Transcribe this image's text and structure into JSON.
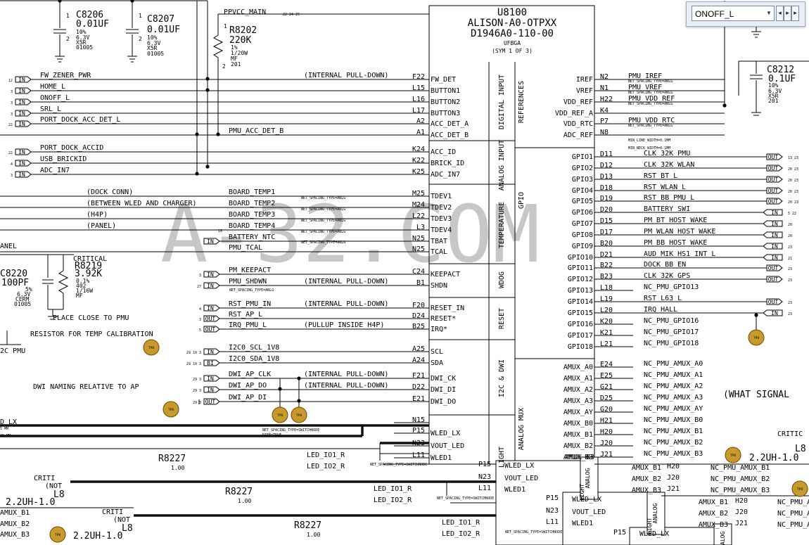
{
  "toolbar": {
    "net_value": "ONOFF_L"
  },
  "watermark": "A-32.COM",
  "chip": {
    "ref": "U8100",
    "name": "ALISON-A0-OTPXX",
    "part": "D1946A0-110-00",
    "pkg": "UFBGA",
    "sym": "(SYM 1 OF 3)",
    "sections": [
      "DIGITAL INPUT",
      "REFERENCES",
      "ANALOG INPUT",
      "GPIO",
      "TEMPERATURE",
      "WDOG",
      "RESET",
      "I2C & DWI",
      "ANALOG MUX",
      "LIGHT"
    ],
    "left_pins": [
      {
        "pin": "F22",
        "name": "FW_DET"
      },
      {
        "pin": "L15",
        "name": "BUTTON1"
      },
      {
        "pin": "L16",
        "name": "BUTTON2"
      },
      {
        "pin": "L17",
        "name": "BUTTON3"
      },
      {
        "pin": "A2",
        "name": "ACC_DET_A"
      },
      {
        "pin": "A1",
        "name": "ACC_DET_B"
      },
      {
        "pin": "K24",
        "name": "ACC_ID"
      },
      {
        "pin": "K22",
        "name": "BRICK_ID"
      },
      {
        "pin": "K25",
        "name": "ADC_IN7"
      },
      {
        "pin": "M25",
        "name": "TDEV1"
      },
      {
        "pin": "M24",
        "name": "TDEV2"
      },
      {
        "pin": "L22",
        "name": "TDEV3"
      },
      {
        "pin": "L3",
        "name": "TDEV4"
      },
      {
        "pin": "N25",
        "name": "TBAT"
      },
      {
        "pin": "N25",
        "name": "TCAL"
      },
      {
        "pin": "C24",
        "name": "KEEPACT"
      },
      {
        "pin": "B1",
        "name": "SHDN"
      },
      {
        "pin": "F20",
        "name": "RESET_IN"
      },
      {
        "pin": "D24",
        "name": "RESET*"
      },
      {
        "pin": "B25",
        "name": "IRQ*"
      },
      {
        "pin": "A25",
        "name": "SCL"
      },
      {
        "pin": "A24",
        "name": "SDA"
      },
      {
        "pin": "F21",
        "name": "DWI_CK"
      },
      {
        "pin": "D22",
        "name": "DWI_DI"
      },
      {
        "pin": "E21",
        "name": "DWI_DO"
      },
      {
        "pin": "N15",
        "name": ""
      },
      {
        "pin": "P15",
        "name": "WLED_LX"
      },
      {
        "pin": "N23",
        "name": "VOUT_LED"
      },
      {
        "pin": "L11",
        "name": "WLED1"
      }
    ],
    "right_pins": [
      {
        "pin": "N2",
        "name": "IREF"
      },
      {
        "pin": "N1",
        "name": "VREF"
      },
      {
        "pin": "H22",
        "name": "VDD_REF"
      },
      {
        "pin": "K4",
        "name": "VDD_REF_A"
      },
      {
        "pin": "P7",
        "name": "VDD_RTC"
      },
      {
        "pin": "N8",
        "name": "ADC_REF"
      },
      {
        "pin": "D11",
        "name": "GPIO1"
      },
      {
        "pin": "D12",
        "name": "GPIO2"
      },
      {
        "pin": "D13",
        "name": "GPIO3"
      },
      {
        "pin": "D18",
        "name": "GPIO4"
      },
      {
        "pin": "D19",
        "name": "GPIO5"
      },
      {
        "pin": "D20",
        "name": "GPIO6"
      },
      {
        "pin": "D15",
        "name": "GPIO7"
      },
      {
        "pin": "D17",
        "name": "GPIO8"
      },
      {
        "pin": "B20",
        "name": "GPIO9"
      },
      {
        "pin": "D21",
        "name": "GPIO10"
      },
      {
        "pin": "B22",
        "name": "GPIO11"
      },
      {
        "pin": "B23",
        "name": "GPIO12"
      },
      {
        "pin": "L18",
        "name": "GPIO13"
      },
      {
        "pin": "L19",
        "name": "GPIO14"
      },
      {
        "pin": "L20",
        "name": "GPIO15"
      },
      {
        "pin": "K20",
        "name": "GPIO16"
      },
      {
        "pin": "K21",
        "name": "GPIO17"
      },
      {
        "pin": "L21",
        "name": "GPIO18"
      },
      {
        "pin": "E24",
        "name": "AMUX_A0"
      },
      {
        "pin": "E25",
        "name": "AMUX_A1"
      },
      {
        "pin": "G21",
        "name": "AMUX_A2"
      },
      {
        "pin": "D25",
        "name": "AMUX_A3"
      },
      {
        "pin": "G20",
        "name": "AMUX_AY"
      },
      {
        "pin": "H21",
        "name": "AMUX_B0"
      },
      {
        "pin": "H20",
        "name": "AMUX_B1"
      },
      {
        "pin": "J20",
        "name": "AMUX_B2"
      },
      {
        "pin": "J21",
        "name": "AMUX_B3"
      }
    ]
  },
  "left_nets": [
    {
      "pins": "12",
      "dir": "IN",
      "net": "FW_ZENER_PWR",
      "note": "(INTERNAL PULL-DOWN)"
    },
    {
      "pins": "3",
      "dir": "IN",
      "net": "HOME_L",
      "note": ""
    },
    {
      "pins": "3",
      "dir": "IN",
      "net": "ONOFF_L",
      "note": ""
    },
    {
      "pins": "3",
      "dir": "IN",
      "net": "SRL_L",
      "note": ""
    },
    {
      "pins": "22",
      "dir": "IN",
      "net": "PORT_DOCK_ACC_DET_L",
      "note": ""
    },
    {
      "pins": "",
      "dir": "",
      "net": "PMU_ACC_DET_B",
      "note": ""
    },
    {
      "pins": "22",
      "dir": "IN",
      "net": "PORT_DOCK_ACCID",
      "note": ""
    },
    {
      "pins": "4",
      "dir": "IN",
      "net": "USB_BRICKID",
      "note": ""
    },
    {
      "pins": "3",
      "dir": "IN",
      "net": "ADC_IN7",
      "note": ""
    },
    {
      "pins": "",
      "dir": "",
      "net": "BOARD_TEMP1",
      "note": "(DOCK CONN)"
    },
    {
      "pins": "",
      "dir": "",
      "net": "BOARD_TEMP2",
      "note": "(BETWEEN WLED AND CHARGER)"
    },
    {
      "pins": "",
      "dir": "",
      "net": "BOARD_TEMP3",
      "note": "(H4P)"
    },
    {
      "pins": "16",
      "dir": "",
      "net": "BOARD_TEMP4",
      "note": "(PANEL)"
    },
    {
      "pins": "",
      "dir": "IN",
      "net": "BATTERY_NTC",
      "note": ""
    },
    {
      "pins": "",
      "dir": "",
      "net": "PMU_TCAL",
      "note": ""
    },
    {
      "pins": "3",
      "dir": "IN",
      "net": "PM_KEEPACT",
      "note": ""
    },
    {
      "pins": "27",
      "dir": "IN",
      "net": "PMU_SHDWN",
      "note": "(INTERNAL PULL-DOWN)"
    },
    {
      "pins": "4",
      "dir": "IN",
      "net": "RST_PMU_IN",
      "note": "(INTERNAL PULL-DOWN)"
    },
    {
      "pins": "3",
      "dir": "OUT",
      "net": "RST_AP_L",
      "note": ""
    },
    {
      "pins": "5",
      "dir": "OUT",
      "net": "IRQ_PMU_L",
      "note": "(PULLUP INSIDE H4P)"
    },
    {
      "pins": "29 10 3",
      "dir": "IN",
      "net": "I2C0_SCL_1V8",
      "note": ""
    },
    {
      "pins": "29 10 3",
      "dir": "BI",
      "net": "I2C0_SDA_1V8",
      "note": ""
    },
    {
      "pins": "29 3",
      "dir": "IN",
      "net": "DWI_AP_CLK",
      "note": "(INTERNAL PULL-DOWN)"
    },
    {
      "pins": "29 3",
      "dir": "IN",
      "net": "DWI_AP_DO",
      "note": "(INTERNAL PULL-DOWN)"
    },
    {
      "pins": "29 3",
      "dir": "OUT",
      "net": "DWI_AP_DI",
      "note": ""
    }
  ],
  "right_nets_top": [
    {
      "net": "PMU_IREF"
    },
    {
      "net": "PMU_VREF"
    },
    {
      "net": "PMU_VDD_REF"
    },
    {
      "net": ""
    },
    {
      "net": "PMU_VDD_RTC"
    },
    {
      "net": ""
    }
  ],
  "gpio_nets": [
    {
      "net": "CLK_32K_PMU",
      "dir": "OUT",
      "pins": "13 23"
    },
    {
      "net": "CLK_32K_WLAN",
      "dir": "OUT",
      "pins": "20 23"
    },
    {
      "net": "RST_BT_L",
      "dir": "OUT",
      "pins": "20 23"
    },
    {
      "net": "RST_WLAN_L",
      "dir": "OUT",
      "pins": "20 23"
    },
    {
      "net": "RST_BB_PMU_L",
      "dir": "OUT",
      "pins": "20 23"
    },
    {
      "net": "BATTERY_SWI",
      "dir": "IN",
      "pins": "5 22"
    },
    {
      "net": "PM_BT_HOST_WAKE",
      "dir": "IN",
      "pins": "20"
    },
    {
      "net": "PM_WLAN_HOST_WAKE",
      "dir": "IN",
      "pins": "20"
    },
    {
      "net": "PM_BB_HOST_WAKE",
      "dir": "IN",
      "pins": "23"
    },
    {
      "net": "AUD_MIK_HS1_INT_L",
      "dir": "IN",
      "pins": "21"
    },
    {
      "net": "DOCK_BB_EN",
      "dir": "OUT",
      "pins": "23"
    },
    {
      "net": "CLK_32K_GPS",
      "dir": "OUT",
      "pins": "23"
    },
    {
      "net": "NC_PMU_GPIO13",
      "dir": "",
      "pins": ""
    },
    {
      "net": "RST_L63_L",
      "dir": "OUT",
      "pins": "23"
    },
    {
      "net": "IRQ_HALL",
      "dir": "IN",
      "pins": "23"
    },
    {
      "net": "NC_PMU_GPIO16",
      "dir": "",
      "pins": ""
    },
    {
      "net": "NC_PMU_GPIO17",
      "dir": "",
      "pins": ""
    },
    {
      "net": "NC_PMU_GPIO18",
      "dir": "",
      "pins": ""
    }
  ],
  "amux_nets": [
    "NC_PMU_AMUX_A0",
    "NC_PMU_AMUX_A1",
    "NC_PMU_AMUX_A2",
    "NC_PMU_AMUX_A3",
    "NC_PMU_AMUX_AY",
    "NC_PMU_AMUX_B0",
    "NC_PMU_AMUX_B1",
    "NC_PMU_AMUX_B2",
    "NC_PMU_AMUX_B3"
  ],
  "labels": {
    "ppvcc": "PPVCC_MAIN",
    "ppvcc_pins": "22 24 25",
    "c8206": [
      "C8206",
      "0.01UF",
      "10%",
      "6.3V",
      "X5R",
      "01005"
    ],
    "c8207": [
      "C8207",
      "0.01UF",
      "10%",
      "6.3V",
      "X5R",
      "01005"
    ],
    "r8202": [
      "R8202",
      "220K",
      "1%",
      "1/20W",
      "MF",
      "201"
    ],
    "c8212": [
      "C8212",
      "0.1UF",
      "10%",
      "6.3V",
      "X5R",
      "201"
    ],
    "c8220": [
      "C8220",
      "100PF",
      "5%",
      "6.3V",
      "CERM",
      "01005"
    ],
    "r8219": [
      "CRITICAL",
      "R8219",
      "3.92K",
      "0.1%",
      "402",
      "1/16W",
      "MF"
    ],
    "place_close": "PLACE CLOSE TO PMU",
    "resistor_cal": "RESISTOR FOR TEMP CALIBRATION",
    "dwi_naming": "DWI NAMING RELATIVE TO AP",
    "what_signal": "(WHAT SIGNAL",
    "panel": "ANEL",
    "i2c_pmu": "2C PMU",
    "net_spacing": "NET_SPACING_TYPE=ANLG",
    "net_spacing_sw": "NET_SPACING_TYPE=SWITCHNODE",
    "diff": "DIFF=TRUE",
    "min_neck": "MIN_NECK_WIDTH=0.1MM",
    "min_line": "MIN_LINE_WIDTH=0.1MM",
    "ld_lx": "D_LX",
    "mm1": "5 MM",
    "mm2": "25 MM",
    "r8227": "R8227",
    "r8227_val": "1.00",
    "led_io1": "LED_IO1_R",
    "led_io2": "LED_IO2_R",
    "critical": "CRITI",
    "critical_r": "CRITIC",
    "not": "(NOT",
    "inductor": "2.2UH-1.0",
    "l8": "L8",
    "tp": "TP"
  }
}
